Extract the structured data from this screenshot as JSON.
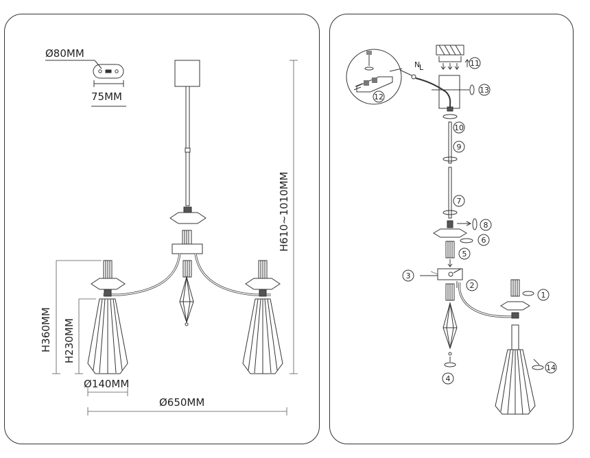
{
  "left_panel": {
    "canopy_diameter": "Ø80MM",
    "mount_spacing": "75MM",
    "height_range": "H610~1010MM",
    "height_overall": "H360MM",
    "height_shade": "H230MM",
    "shade_diameter": "Ø140MM",
    "total_diameter": "Ø650MM"
  },
  "right_panel": {
    "steps": [
      "1",
      "2",
      "3",
      "4",
      "5",
      "6",
      "7",
      "8",
      "9",
      "10",
      "11",
      "12",
      "13",
      "14"
    ],
    "wire_labels": {
      "live": "L",
      "neutral": "N"
    }
  }
}
